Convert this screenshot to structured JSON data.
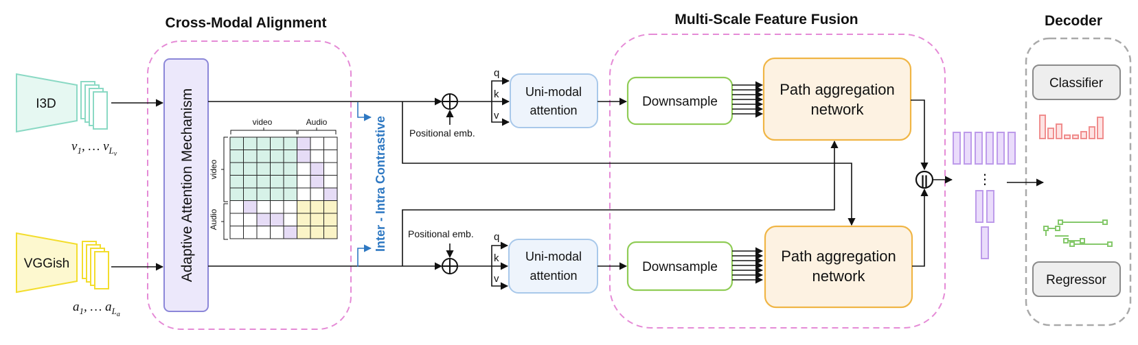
{
  "sections": {
    "cross_modal": "Cross-Modal Alignment",
    "multi_scale": "Multi-Scale Feature Fusion",
    "decoder": "Decoder"
  },
  "encoders": {
    "video": {
      "label": "I3D",
      "color": "#8ad9c4"
    },
    "audio": {
      "label": "VGGish",
      "color": "#f3dd2c"
    }
  },
  "sequences": {
    "video_base": "v",
    "video_sub1": "1",
    "video_ellipsis": ", … ",
    "video_subL": "L",
    "video_subLsub": "v",
    "audio_base": "a",
    "audio_sub1": "1",
    "audio_ellipsis": ", … ",
    "audio_subL": "L",
    "audio_subLsub": "a"
  },
  "adaptive_attention": "Adaptive Attention Mechanism",
  "matrix": {
    "top_video": "video",
    "top_audio": "Audio",
    "side_video": "video",
    "side_audio": "Audio",
    "rows": 8,
    "cols": 8,
    "video_count": 5
  },
  "contrastive": "Inter - Intra Contrastive",
  "positional_emb_top": "Positional emb.",
  "positional_emb_bottom": "Positional emb.",
  "qkv": {
    "q": "q",
    "k": "k",
    "v": "v"
  },
  "unimodal_top": {
    "line1": "Uni-modal",
    "line2": "attention"
  },
  "unimodal_bottom": {
    "line1": "Uni-modal",
    "line2": "attention"
  },
  "downsample_top": "Downsample",
  "downsample_bottom": "Downsample",
  "pan_top": {
    "line1": "Path aggregation",
    "line2": "network"
  },
  "pan_bottom": {
    "line1": "Path aggregation",
    "line2": "network"
  },
  "concat_symbol": "||",
  "ellipsis_vertical": "⋮",
  "decoder_items": {
    "classifier": "Classifier",
    "regressor": "Regressor"
  },
  "colors": {
    "pink_dash": "#e58ad6",
    "attention_fill": "#ece8fb",
    "attention_stroke": "#8b86d8",
    "unimodal_fill": "#eef4fc",
    "unimodal_stroke": "#a8c8ea",
    "downsample_stroke": "#8fcc55",
    "pan_fill": "#fdf2e2",
    "pan_stroke": "#f0b545",
    "decoder_box_fill": "#eeeeee",
    "decoder_box_stroke": "#8a8a8a",
    "feature_stroke": "#bd9bea",
    "feature_fill": "#eadcfb",
    "classifier_bars": "#f08d8d",
    "regressor_lines": "#84c86a",
    "contrastive_text": "#2e78c2",
    "matrix_video": "#d7f2e8",
    "matrix_audio": "#fbf4c7",
    "matrix_cross": "#e6dcf6"
  }
}
